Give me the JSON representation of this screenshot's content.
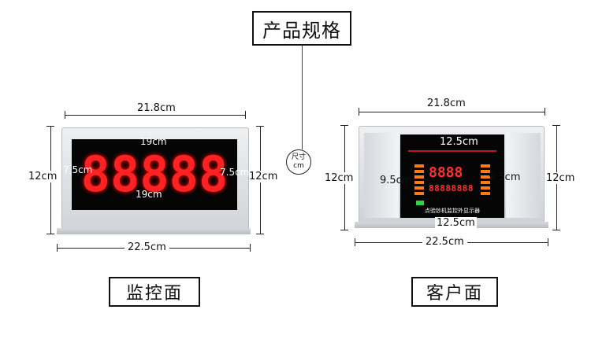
{
  "title": "产品规格",
  "unit_badge": {
    "line1": "尺寸",
    "line2": "cm"
  },
  "monitor": {
    "label": "监控面",
    "top_width": "21.8cm",
    "bottom_width": "22.5cm",
    "height_left": "12cm",
    "height_right": "12cm",
    "screen_top_width": "19cm",
    "screen_bottom_width": "19cm",
    "screen_height_left": "7.5cm",
    "screen_height_right": "7.5cm",
    "display_digits": "88888"
  },
  "customer": {
    "label": "客户面",
    "top_width": "21.8cm",
    "bottom_width": "22.5cm",
    "height_left": "12cm",
    "height_right": "12cm",
    "screen_top_width": "12.5cm",
    "screen_bottom_width": "12.5cm",
    "screen_height_left": "9.5cm",
    "screen_height_right": "9.5cm",
    "display_digits_main": "8888",
    "display_digits_sub": "88888888",
    "panel_caption": "点验钞机监控外显示器"
  }
}
